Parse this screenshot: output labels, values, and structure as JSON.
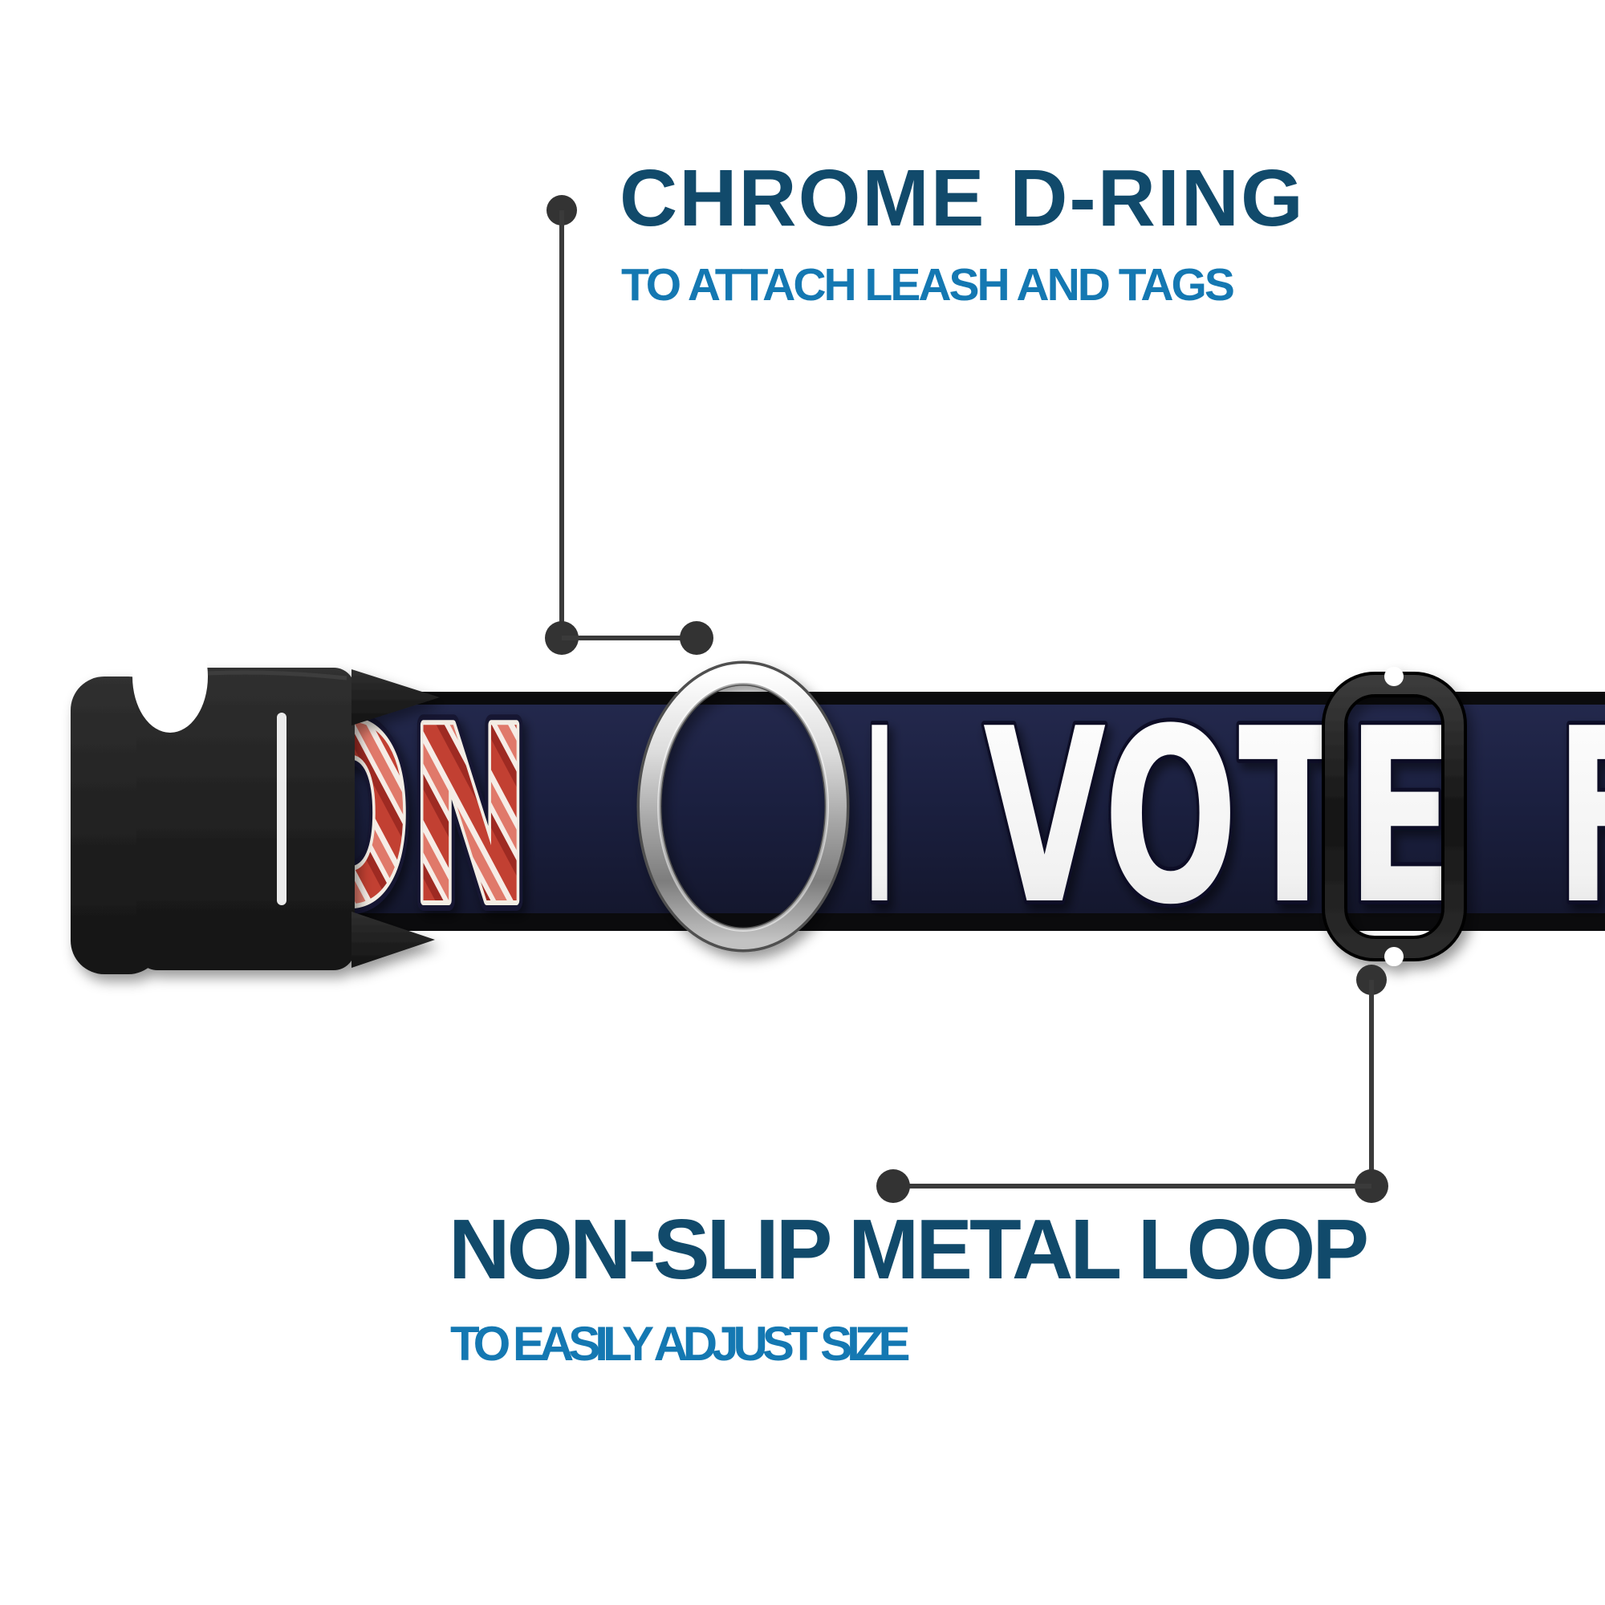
{
  "annotations": {
    "top": {
      "title": "CHROME D-RING",
      "subtitle": "TO ATTACH LEASH AND TAGS",
      "title_color": "#114a6b",
      "subtitle_color": "#1478b2"
    },
    "bottom": {
      "title": "NON-SLIP METAL LOOP",
      "subtitle": "TO EASILY ADJUST SIZE",
      "title_color": "#114a6b",
      "subtitle_color": "#1478b2"
    },
    "callout_color": "#3a3a3a"
  },
  "collar": {
    "strap_text_left_partial": "ON",
    "strap_text_i": "I",
    "strap_text_vote": "VOTE",
    "strap_text_right_partial": "F",
    "webbing_color": "#1b2040",
    "webbing_edge_color": "#0b0b0d",
    "letter_white": "#f5f5f5",
    "bacon_red": "#b9382e",
    "bacon_salmon": "#e0796a",
    "bacon_white": "#f6ece6",
    "chrome_color": "#c9c9c9",
    "hardware_black": "#1c1c1c"
  }
}
